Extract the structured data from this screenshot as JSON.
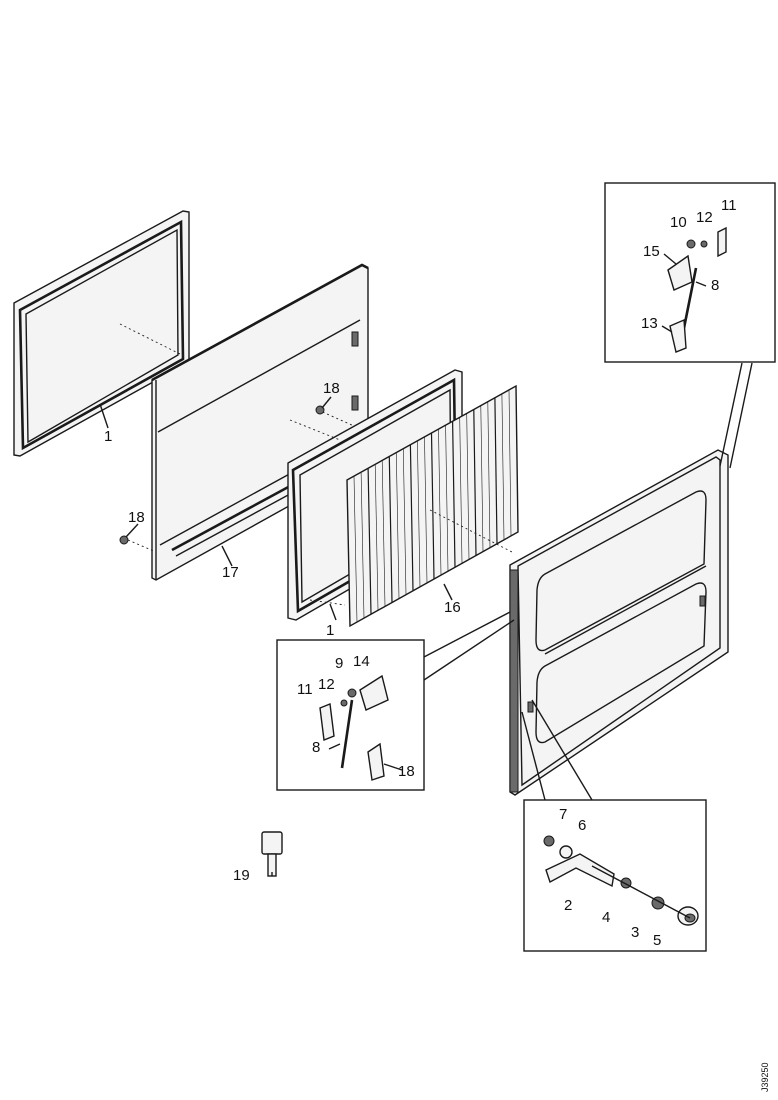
{
  "labels": {
    "frame_left": "1",
    "frame_center": "1",
    "screw_upper": "18",
    "screw_left": "18",
    "panel_17": "17",
    "blind_16": "16",
    "inset_b_11": "11",
    "inset_b_12": "12",
    "inset_b_9": "9",
    "inset_b_14": "14",
    "inset_b_8": "8",
    "inset_b_18": "18",
    "inset_a_10": "10",
    "inset_a_12": "12",
    "inset_a_11": "11",
    "inset_a_15": "15",
    "inset_a_8": "8",
    "inset_a_13": "13",
    "inset_c_7": "7",
    "inset_c_6": "6",
    "inset_c_2": "2",
    "inset_c_4": "4",
    "inset_c_3": "3",
    "inset_c_5": "5",
    "key_19": "19"
  },
  "figure_code": "J39250"
}
